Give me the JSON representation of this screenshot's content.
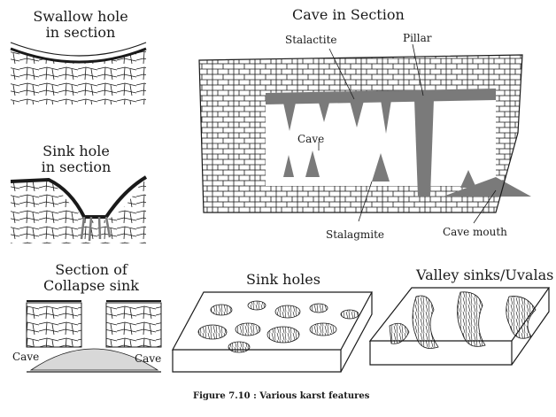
{
  "panels": {
    "swallow_hole": {
      "title_line1": "Swallow hole",
      "title_line2": "in section"
    },
    "sink_hole_section": {
      "title_line1": "Sink hole",
      "title_line2": "in section"
    },
    "cave_section": {
      "title": "Cave in Section",
      "labels": {
        "stalactite": "Stalactite",
        "pillar": "Pillar",
        "cave": "Cave",
        "stalagmite": "Stalagmite",
        "cave_mouth": "Cave mouth"
      }
    },
    "collapse_sink": {
      "title_line1": "Section of",
      "title_line2": "Collapse sink",
      "labels": {
        "cave_left": "Cave",
        "cave_right": "Cave"
      }
    },
    "sink_holes": {
      "title": "Sink holes"
    },
    "valley_sinks": {
      "title": "Valley sinks/Uvalas"
    }
  },
  "caption": "Figure 7.10 : Various karst features",
  "colors": {
    "line": "#1a1a1a",
    "deposit": "#7a7a7a",
    "background": "#ffffff"
  }
}
